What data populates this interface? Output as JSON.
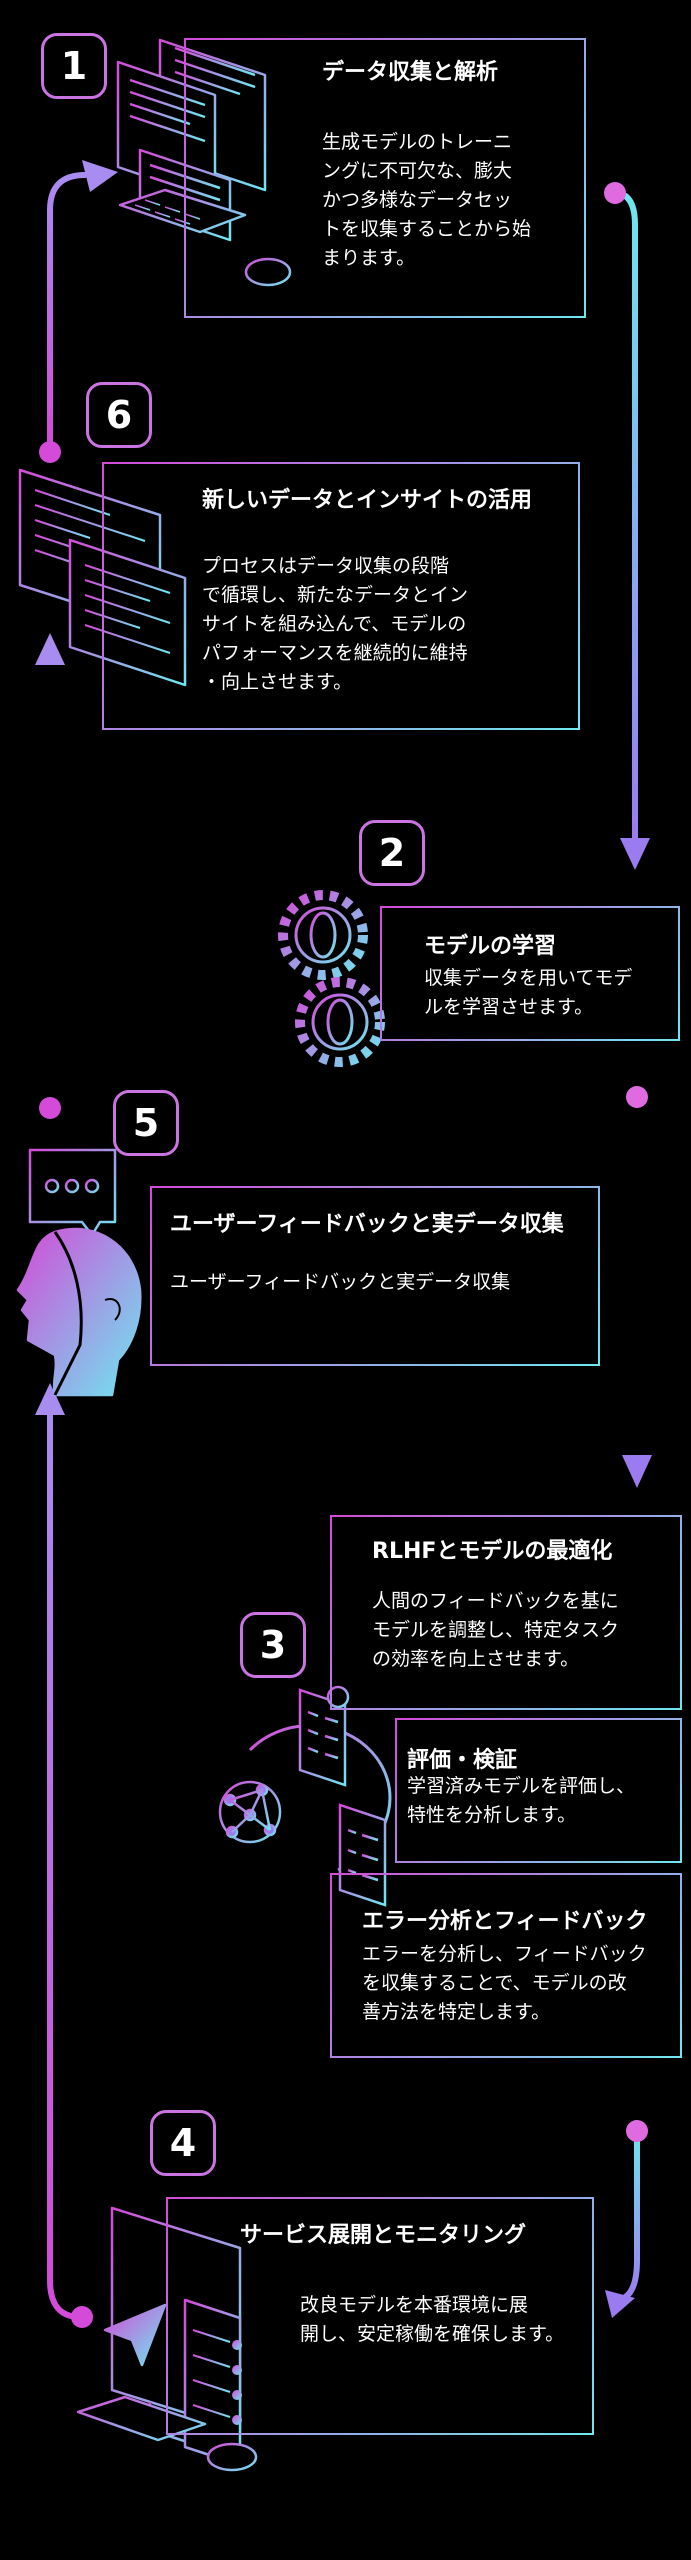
{
  "steps": [
    {
      "number": "1",
      "title": "データ収集と解析",
      "body": [
        "生成モデルのトレーニ",
        "ングに不可欠な、膨大",
        "かつ多様なデータセッ",
        "トを収集することから始",
        "まります。"
      ]
    },
    {
      "number": "2",
      "title": "モデルの学習",
      "body": [
        "収集データを用いてモデ",
        "ルを学習させます。"
      ]
    },
    {
      "number": "3",
      "title": "RLHFとモデルの最適化",
      "body": [
        "人間のフィードバックを基に",
        "モデルを調整し、特定タスク",
        "の効率を向上させます。"
      ]
    },
    {
      "number": "4",
      "title": "サービス展開とモニタリング",
      "body": [
        "改良モデルを本番環境に展",
        "開し、安定稼働を確保します。"
      ]
    },
    {
      "number": "5",
      "title": "ユーザーフィードバックと実データ収集",
      "body": [
        "ユーザーフィードバックと実データ収集"
      ]
    },
    {
      "number": "6",
      "title": "新しいデータとインサイトの活用",
      "body": [
        "プロセスはデータ収集の段階",
        "で循環し、新たなデータとイン",
        "サイトを組み込んで、モデルの",
        "パフォーマンスを継続的に維持",
        "・向上させます。"
      ]
    }
  ],
  "substeps": [
    {
      "title": "評価・検証",
      "body": [
        "学習済みモデルを評価し、",
        "特性を分析します。"
      ]
    },
    {
      "title": "エラー分析とフィードバック",
      "body": [
        "エラーを分析し、フィードバック",
        "を収集することで、モデルの改",
        "善方法を特定します。"
      ]
    }
  ],
  "colors": {
    "magenta": "#d34bd8",
    "cyan": "#6fe7ef",
    "violet": "#9b7cf0"
  }
}
